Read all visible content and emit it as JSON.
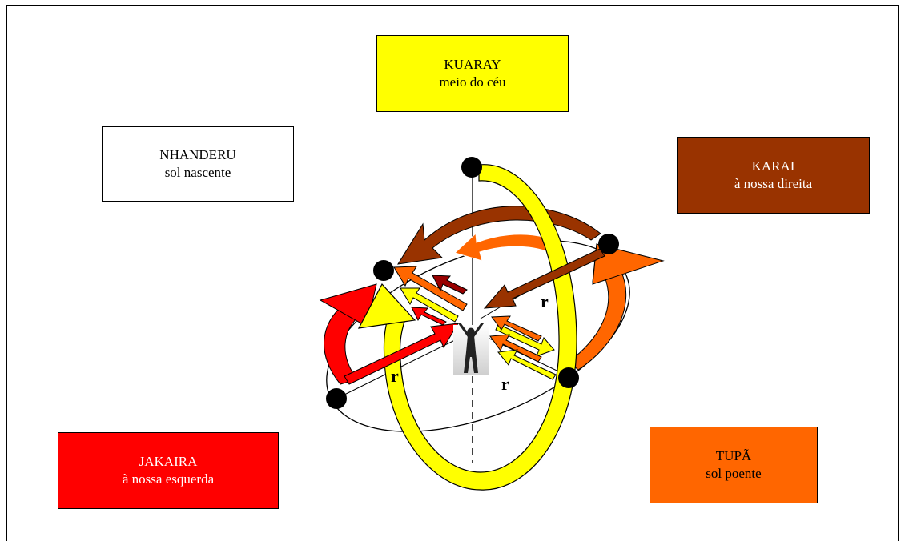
{
  "boxes": {
    "kuaray": {
      "name": "KUARAY",
      "desc": "meio do céu",
      "color": "#ffff00",
      "text_color": "#000000"
    },
    "nhanderu": {
      "name": "NHANDERU",
      "desc": "sol nascente",
      "color": "#ffffff",
      "text_color": "#000000"
    },
    "karai": {
      "name": "KARAI",
      "desc": "à nossa direita",
      "color": "#993300",
      "text_color": "#ffffff"
    },
    "jakaira": {
      "name": "JAKAIRA",
      "desc": "à nossa esquerda",
      "color": "#ff0000",
      "text_color": "#ffffff"
    },
    "tupa": {
      "name": "TUPÃ",
      "desc": "sol poente",
      "color": "#ff6600",
      "text_color": "#000000"
    }
  },
  "radius_labels": [
    "r",
    "r",
    "r"
  ],
  "figure": "human-figure-arms-raised",
  "colors": {
    "yellow": "#ffff00",
    "red": "#ff0000",
    "brown": "#993300",
    "orange": "#ff6600",
    "dark_red": "#990000"
  }
}
